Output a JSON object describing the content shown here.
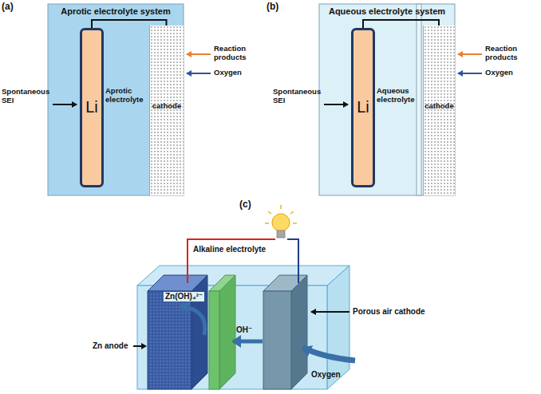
{
  "diagram": {
    "nodes": [
      {
        "text": [
          "Aprotic electrolyte system",
          "Aprotic electrolyte"
        ]
      },
      {
        "text": [
          "Li"
        ],
        "in": 0
      },
      {
        "text": [
          "cathode"
        ],
        "in": 0
      },
      {
        "text": [
          "Aqueous electrolyte system",
          "Aqueous electrolyte"
        ]
      },
      {
        "text": [
          "Li"
        ],
        "in": 3
      },
      {
        "text": [
          "cathode"
        ],
        "in": 3
      }
    ],
    "edges": [
      {
        "from": 1,
        "to": 2,
        "arrow": "none"
      },
      {
        "from": 4,
        "to": 5,
        "arrow": "none"
      }
    ],
    "labels": [
      "(a)",
      "Spontaneous SEI",
      "Reaction products",
      "Oxygen",
      "(b)",
      "Spontaneous SEI",
      "Reaction products",
      "Oxygen",
      "(c)",
      "Alkaline electrolyte",
      "Zn(OH)₄²⁻",
      "OH⁻",
      "Porous air cathode",
      "Zn anode",
      "Oxygen"
    ]
  }
}
